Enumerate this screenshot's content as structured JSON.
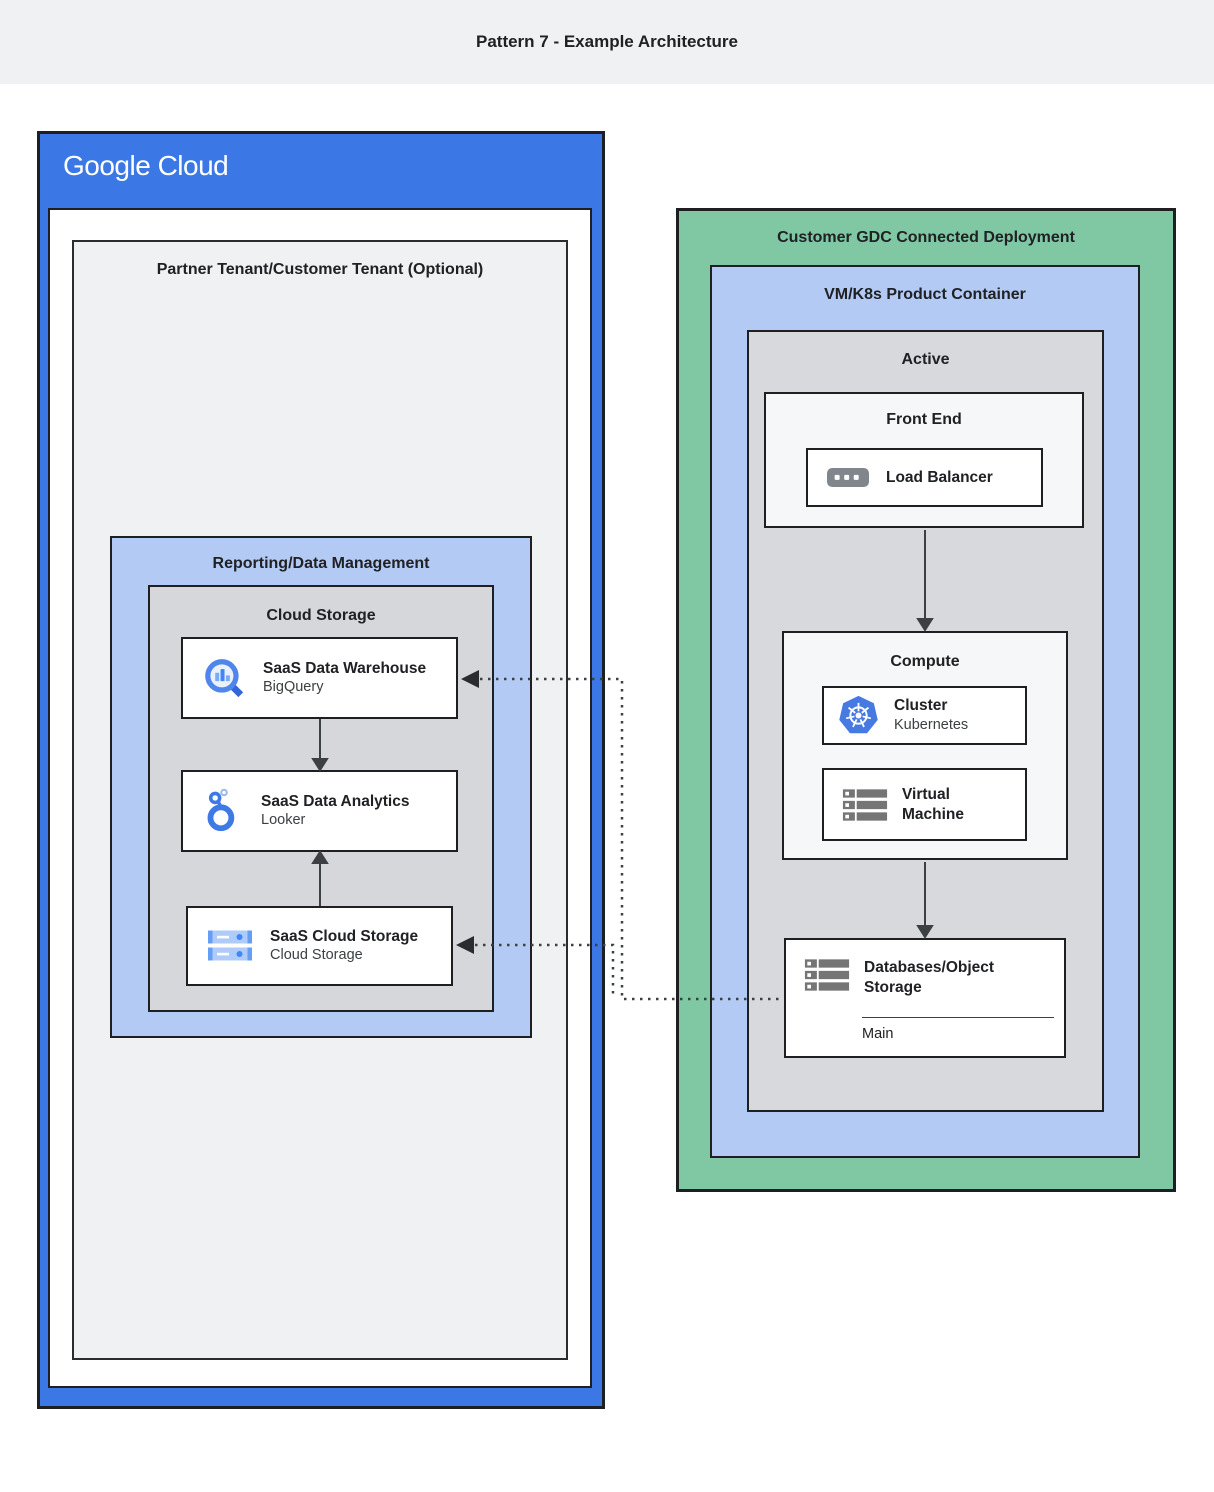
{
  "header": {
    "title": "Pattern 7 - Example Architecture"
  },
  "google_cloud": {
    "logo": "Google Cloud",
    "partner_tenant_label": "Partner Tenant/Customer Tenant (Optional)",
    "reporting_label": "Reporting/Data Management",
    "cloud_storage_group_label": "Cloud Storage",
    "nodes": {
      "warehouse": {
        "title": "SaaS Data Warehouse",
        "subtitle": "BigQuery",
        "icon": "bigquery-icon"
      },
      "analytics": {
        "title": "SaaS Data Analytics",
        "subtitle": "Looker",
        "icon": "looker-icon"
      },
      "storage": {
        "title": "SaaS Cloud Storage",
        "subtitle": "Cloud Storage",
        "icon": "cloud-storage-icon"
      }
    }
  },
  "gdc": {
    "label": "Customer GDC Connected Deployment",
    "vmk8s_label": "VM/K8s Product Container",
    "active_label": "Active",
    "front_end_label": "Front End",
    "compute_label": "Compute",
    "nodes": {
      "load_balancer": {
        "title": "Load Balancer",
        "icon": "load-balancer-icon"
      },
      "cluster": {
        "title": "Cluster",
        "subtitle": "Kubernetes",
        "icon": "kubernetes-icon"
      },
      "virtual_machine": {
        "title": "Virtual Machine",
        "icon": "virtual-machine-icon"
      },
      "database": {
        "title": "Databases/Object Storage",
        "sublabel": "Main",
        "icon": "database-storage-icon"
      }
    }
  },
  "connections": {
    "solid": [
      "warehouse -> analytics",
      "storage -> analytics",
      "front_end -> compute",
      "compute -> database"
    ],
    "dotted": [
      "database -> warehouse",
      "database -> storage"
    ]
  },
  "colors": {
    "google_blue": "#3b78e5",
    "light_blue": "#b3cbf4",
    "green": "#7fc8a3",
    "gray_panel": "#d5d7da",
    "light_gray_panel": "#f0f1f3",
    "offwhite_panel": "#f6f7f8",
    "border_dark": "#1d1f22",
    "connector": "#3c4043",
    "icon_blue": "#4285f4",
    "icon_blue_light": "#aecbfa",
    "icon_gray": "#757575"
  }
}
